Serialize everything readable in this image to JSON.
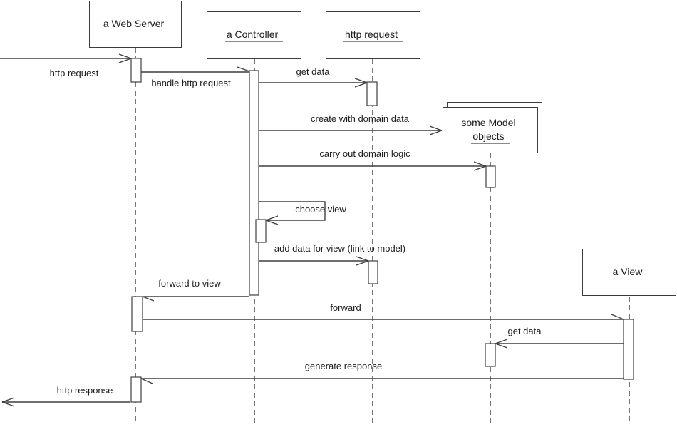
{
  "diagram_type": "uml-sequence",
  "colors": {
    "line": "#3f3f3f",
    "text": "#1c1c1c",
    "box_border": "#3d3d3d",
    "underline": "#8a8a8a",
    "background": "#ffffff"
  },
  "objects": [
    {
      "id": "web_server",
      "name": "a Web Server"
    },
    {
      "id": "controller",
      "name": "a Controller"
    },
    {
      "id": "http_request",
      "name": "http request"
    },
    {
      "id": "model",
      "name": "some Model",
      "name_line2": "objects",
      "multiple_instances": true
    },
    {
      "id": "view",
      "name": "a View"
    }
  ],
  "messages": [
    {
      "label": "http request",
      "from": "client",
      "to": "web_server"
    },
    {
      "label": "handle http request",
      "from": "web_server",
      "to": "controller"
    },
    {
      "label": "get data",
      "from": "controller",
      "to": "http_request"
    },
    {
      "label": "create with domain data",
      "from": "controller",
      "to": "model"
    },
    {
      "label": "carry out domain logic",
      "from": "controller",
      "to": "model"
    },
    {
      "label": "choose view",
      "from": "controller",
      "to": "controller"
    },
    {
      "label": "add data for view (link to model)",
      "from": "controller",
      "to": "http_request"
    },
    {
      "label": "forward to view",
      "from": "controller",
      "to": "web_server"
    },
    {
      "label": "forward",
      "from": "web_server",
      "to": "view"
    },
    {
      "label": "get data",
      "from": "view",
      "to": "model"
    },
    {
      "label": "generate response",
      "from": "view",
      "to": "web_server"
    },
    {
      "label": "http response",
      "from": "web_server",
      "to": "client"
    }
  ]
}
